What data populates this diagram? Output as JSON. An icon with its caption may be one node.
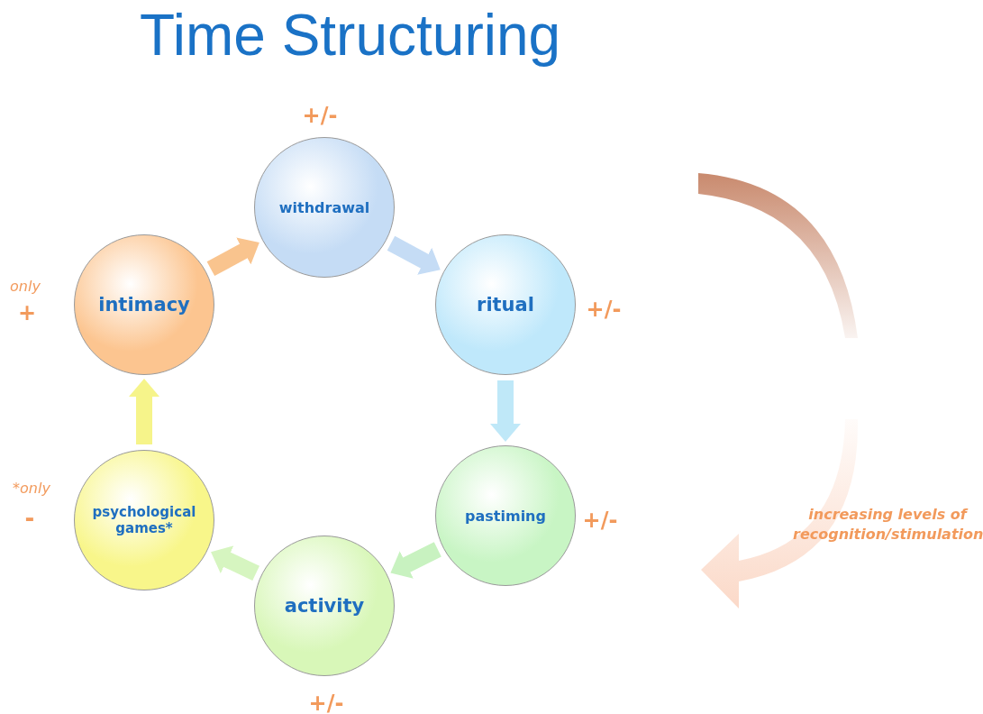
{
  "diagram": {
    "title": "Time Structuring",
    "nodes": [
      {
        "text": [
          "withdrawal"
        ],
        "beside": [
          "+/-"
        ]
      },
      {
        "text": [
          "ritual"
        ],
        "beside": [
          "+/-"
        ]
      },
      {
        "text": [
          "pastiming"
        ],
        "beside": [
          "+/-"
        ]
      },
      {
        "text": [
          "activity"
        ],
        "beside": [
          "+/-"
        ]
      },
      {
        "text": [
          "psychological games*"
        ],
        "beside": [
          "*only",
          "-"
        ]
      },
      {
        "text": [
          "intimacy"
        ],
        "beside": [
          "only",
          "+"
        ]
      }
    ],
    "edges": [
      {
        "from": 0,
        "to": 1,
        "arrow": "to",
        "color": "#c5dcf5"
      },
      {
        "from": 1,
        "to": 2,
        "arrow": "to",
        "color": "#bfe8f8"
      },
      {
        "from": 2,
        "to": 3,
        "arrow": "to",
        "color": "#c8f2c0"
      },
      {
        "from": 3,
        "to": 4,
        "arrow": "to",
        "color": "#d6f5c0"
      },
      {
        "from": 4,
        "to": 5,
        "arrow": "to",
        "color": "#f6f48a"
      },
      {
        "from": 5,
        "to": 0,
        "arrow": "to",
        "color": "#f9c48e"
      }
    ],
    "labels": [
      "increasing levels of recognition/stimulation"
    ]
  }
}
